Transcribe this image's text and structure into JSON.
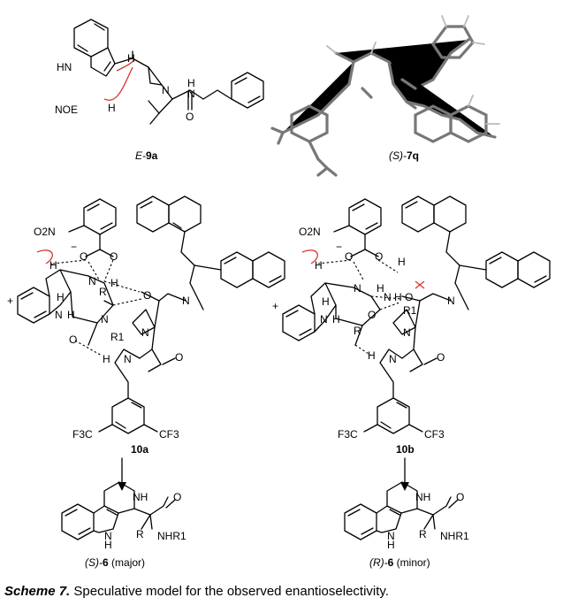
{
  "figure": {
    "compounds": {
      "e9a": {
        "prefix": "E-",
        "number": "9a"
      },
      "s7q": {
        "prefix": "(S)-",
        "number": "7q"
      },
      "ts10a": {
        "number": "10a"
      },
      "ts10b": {
        "number": "10b"
      },
      "product_major": {
        "prefix": "(S)-",
        "number": "6",
        "suffix": " (major)"
      },
      "product_minor": {
        "prefix": "(R)-",
        "number": "6",
        "suffix": " (minor)"
      }
    },
    "atom_labels": {
      "hn": "HN",
      "noe": "NOE",
      "h": "H",
      "n": "N",
      "o": "O",
      "nh": "NH",
      "r": "R",
      "r1": "R1",
      "o2n": "O2N",
      "minus": "−",
      "plus": "+",
      "cf3_left": "F3C",
      "cf3_right": "CF3",
      "nhr1": "NHR1"
    },
    "colors": {
      "arrow_red": "#d9342b",
      "fluorine_green": "#c8c832",
      "nitrogen_blue": "#4a4aa8",
      "oxygen_red": "#c83228"
    }
  },
  "caption": {
    "label": "Scheme 7.",
    "text": " Speculative model for the observed enantioselectivity."
  }
}
